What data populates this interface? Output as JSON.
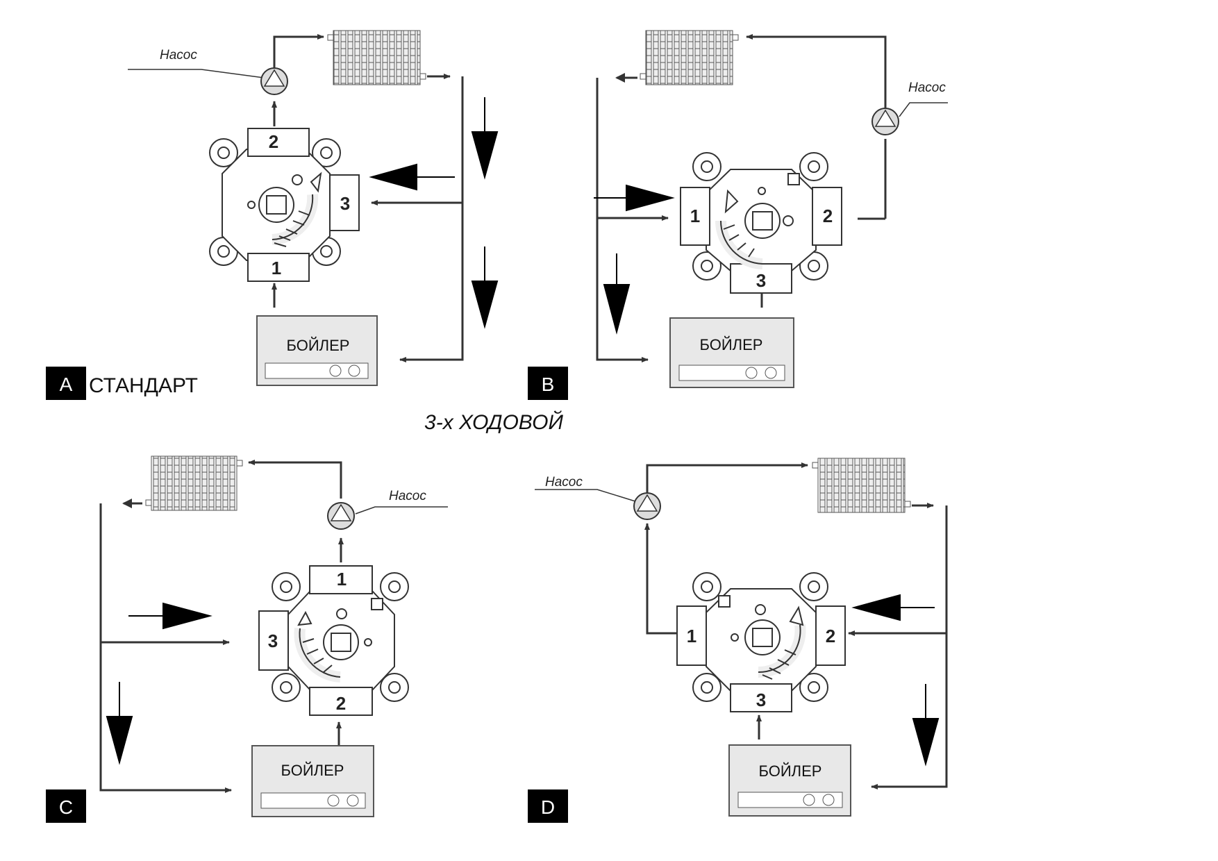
{
  "title": "3-х ХОДОВОЙ",
  "colors": {
    "line": "#333333",
    "fill_panel": "#e8e8e8",
    "badge": "#000000",
    "background": "#ffffff"
  },
  "panels": [
    {
      "letter": "A",
      "name": "СТАНДАРТ",
      "pump": "Насос",
      "boiler": "БОЙЛЕР",
      "ports": [
        "1",
        "2",
        "3"
      ]
    },
    {
      "letter": "B",
      "name": "",
      "pump": "Насос",
      "boiler": "БОЙЛЕР",
      "ports": [
        "1",
        "2",
        "3"
      ]
    },
    {
      "letter": "C",
      "name": "",
      "pump": "Насос",
      "boiler": "БОЙЛЕР",
      "ports": [
        "1",
        "2",
        "3"
      ]
    },
    {
      "letter": "D",
      "name": "",
      "pump": "Насос",
      "boiler": "БОЙЛЕР",
      "ports": [
        "1",
        "2",
        "3"
      ]
    }
  ]
}
